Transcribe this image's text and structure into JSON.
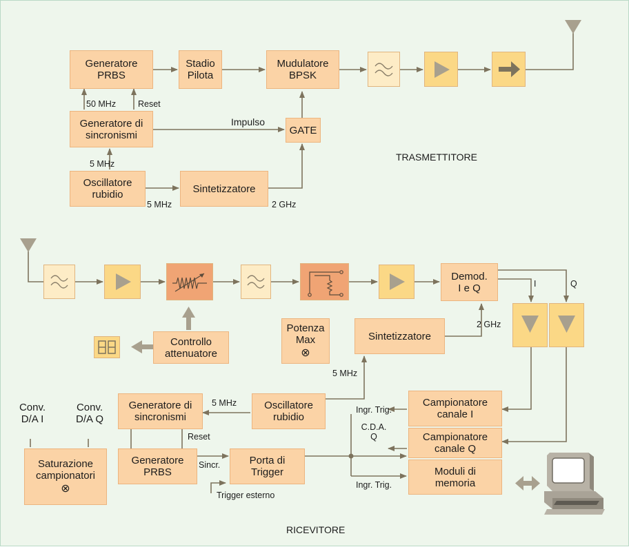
{
  "transmitter": {
    "title": "TRASMETTITORE",
    "blocks": {
      "prbs_gen": "Generatore\nPRBS",
      "pilot_stage": "Stadio\nPilota",
      "bpsk_mod": "Mudulatore\nBPSK",
      "sync_gen": "Generatore di\nsincronismi",
      "gate": "GATE",
      "rubidium_osc": "Oscillatore\nrubidio",
      "synthesizer": "Sintetizzatore"
    },
    "labels": {
      "clock_50mhz": "50 MHz",
      "reset": "Reset",
      "pulse": "Impulso",
      "ref_5mhz_up": "5 MHz",
      "ref_5mhz_right": "5 MHz",
      "lo_2ghz": "2 GHz"
    },
    "icons": [
      "bandpass-filter",
      "amplifier",
      "isolator",
      "antenna"
    ]
  },
  "receiver": {
    "title": "RICEVITORE",
    "blocks": {
      "demod": "Demod.\nI e Q",
      "attenuator_ctrl": "Controllo\nattenuatore",
      "max_power": "Potenza\nMax",
      "synthesizer": "Sintetizzatore",
      "sync_gen": "Generatore di\nsincronismi",
      "rubidium_osc": "Oscillatore\nrubidio",
      "sampler_i": "Campionatore\ncanale I",
      "sampler_q": "Campionatore\ncanale Q",
      "memory_modules": "Moduli di\nmemoria",
      "sampler_saturation": "Saturazione\ncampionatori",
      "prbs_gen": "Generatore\nPRBS",
      "trigger_port": "Porta di\nTrigger"
    },
    "labels": {
      "i_channel": "I",
      "q_channel": "Q",
      "lo_2ghz": "2 GHz",
      "ref_5mhz_synth": "5 MHz",
      "ref_5mhz_sync": "5 MHz",
      "trig_in_top": "Ingr. Trig.",
      "cda_q": "C.D.A.\nQ",
      "reset": "Reset",
      "sync": "Sincr.",
      "ext_trigger": "Trigger esterno",
      "trig_in_bottom": "Ingr. Trig.",
      "dac_i": "Conv.\nD/A I",
      "dac_q": "Conv.\nD/A Q",
      "indicator_symbol": "⊗"
    },
    "icons": [
      "antenna",
      "bandpass-filter",
      "amplifier",
      "variable-attenuator",
      "bandpass-filter",
      "switch",
      "amplifier",
      "lowpass-amplifier-i",
      "lowpass-amplifier-q",
      "seven-segment-display",
      "computer",
      "double-arrow"
    ]
  },
  "colors": {
    "background": "#eef6ec",
    "block": "#fbd3a6",
    "filter_block": "#fdecc6",
    "amp_block": "#fbd886",
    "attenuator_block": "#f0a474",
    "line": "#7d735d",
    "arrow_gray": "#a8a08e"
  }
}
